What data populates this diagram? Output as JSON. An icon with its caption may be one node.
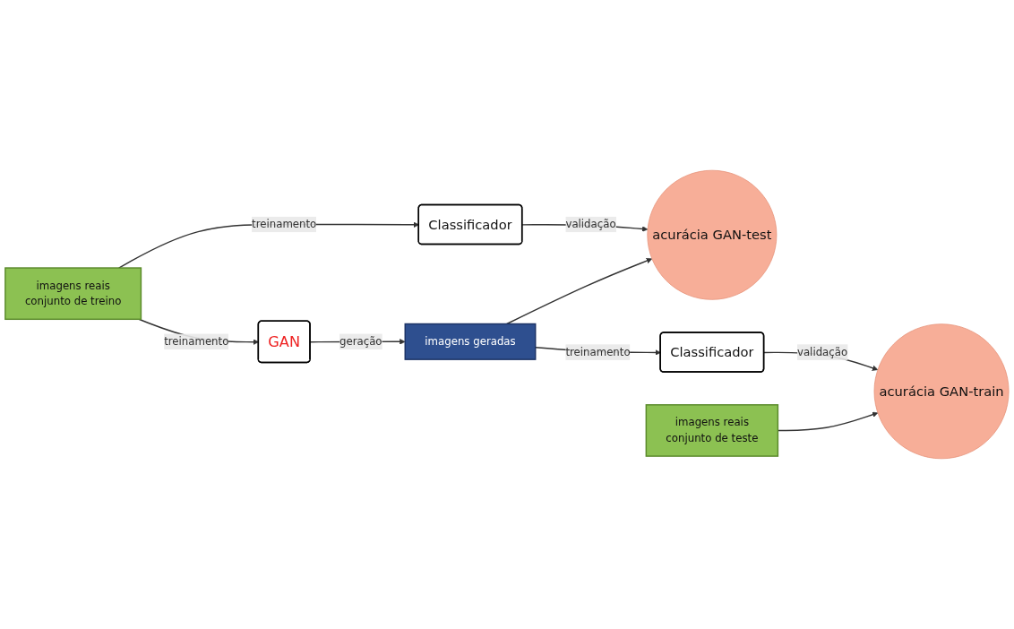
{
  "diagram": {
    "nodes": [
      {
        "text": [
          "imagens reais",
          "conjunto de treino"
        ]
      },
      {
        "text": [
          "Classificador"
        ]
      },
      {
        "text": [
          "acurácia GAN-test"
        ]
      },
      {
        "text": [
          "GAN"
        ]
      },
      {
        "text": [
          "imagens reais",
          "conjunto de teste"
        ]
      },
      {
        "text": [
          "imagens geradas"
        ]
      },
      {
        "text": [
          "Classificador"
        ]
      },
      {
        "text": [
          "acurácia GAN-train"
        ]
      }
    ],
    "edges": [
      {
        "from": 0,
        "to": 1,
        "arrow": "to",
        "label": "treinamento"
      },
      {
        "from": 1,
        "to": 2,
        "arrow": "to",
        "label": "validação"
      },
      {
        "from": 0,
        "to": 3,
        "arrow": "to",
        "label": "treinamento"
      },
      {
        "from": 3,
        "to": 5,
        "arrow": "to",
        "label": "geração"
      },
      {
        "from": 5,
        "to": 2,
        "arrow": "to"
      },
      {
        "from": 5,
        "to": 6,
        "arrow": "to",
        "label": "treinamento"
      },
      {
        "from": 6,
        "to": 7,
        "arrow": "to",
        "label": "validação"
      },
      {
        "from": 4,
        "to": 7,
        "arrow": "to"
      }
    ]
  }
}
